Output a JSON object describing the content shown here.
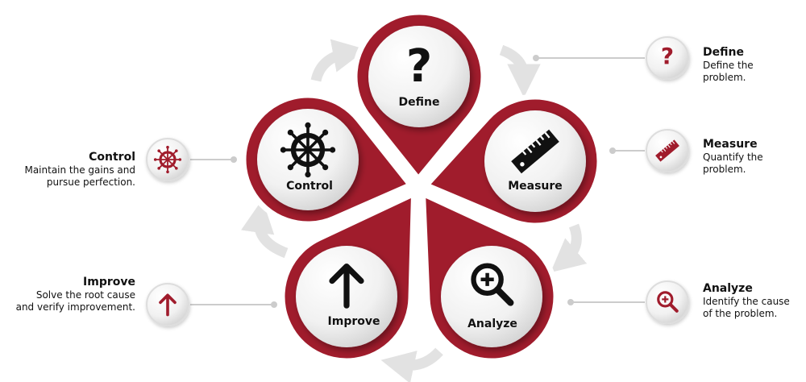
{
  "colors": {
    "accent": "#a01c2c",
    "arrow": "#e2e2e2",
    "line": "#cccccc"
  },
  "steps": [
    {
      "id": "define",
      "label": "Define",
      "icon": "question-icon",
      "title": "Define",
      "description_lines": [
        "Define the",
        "problem."
      ]
    },
    {
      "id": "measure",
      "label": "Measure",
      "icon": "ruler-icon",
      "title": "Measure",
      "description_lines": [
        "Quantify the",
        "problem."
      ]
    },
    {
      "id": "analyze",
      "label": "Analyze",
      "icon": "magnifier-plus-icon",
      "title": "Analyze",
      "description_lines": [
        "Identify the cause",
        "of the problem."
      ]
    },
    {
      "id": "improve",
      "label": "Improve",
      "icon": "arrow-up-icon",
      "title": "Improve",
      "description_lines": [
        "Solve the root cause",
        "and verify improvement."
      ]
    },
    {
      "id": "control",
      "label": "Control",
      "icon": "ship-wheel-icon",
      "title": "Control",
      "description_lines": [
        "Maintain the gains and",
        "pursue perfection."
      ]
    }
  ]
}
